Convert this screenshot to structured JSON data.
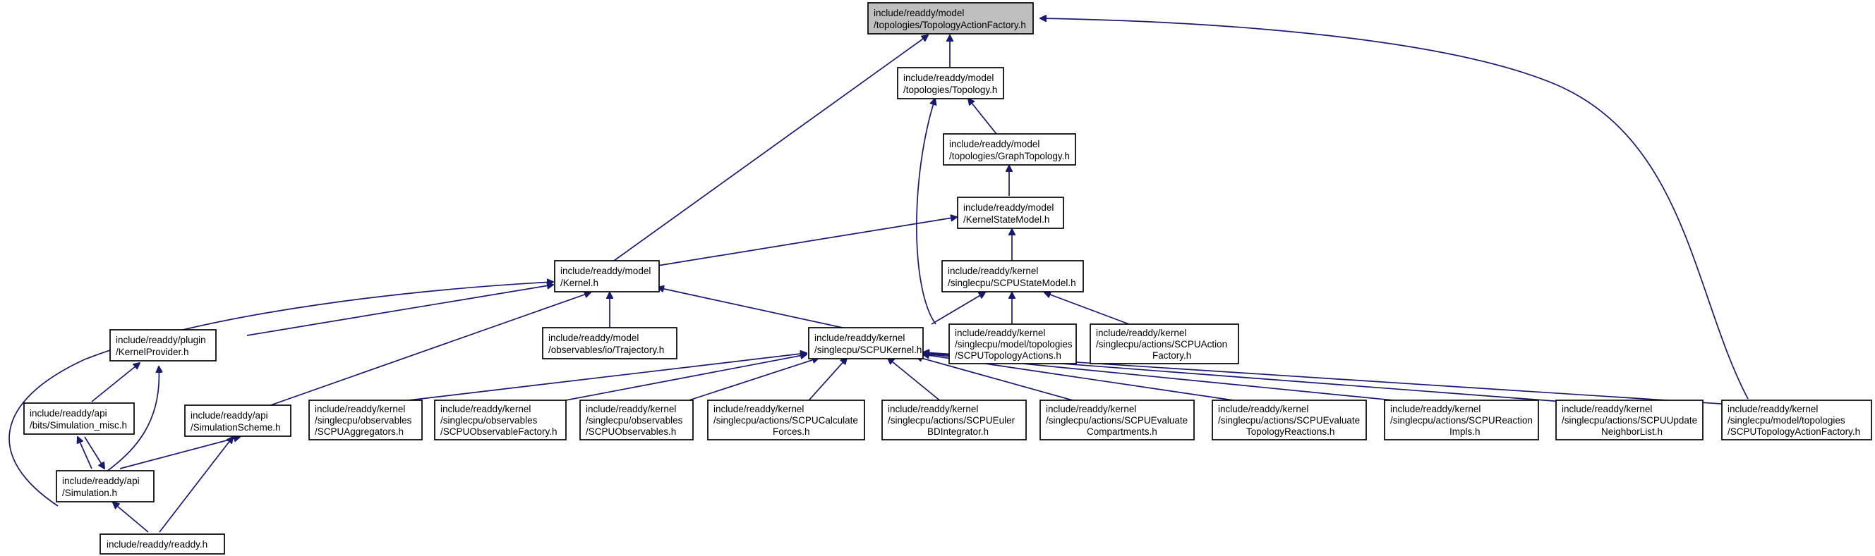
{
  "graph": {
    "nodes": [
      {
        "id": "root",
        "lines": [
          "include/readdy/model",
          "/topologies/TopologyActionFactory.h"
        ],
        "highlight": true
      },
      {
        "id": "topology",
        "lines": [
          "include/readdy/model",
          "/topologies/Topology.h"
        ]
      },
      {
        "id": "graphtopology",
        "lines": [
          "include/readdy/model",
          "/topologies/GraphTopology.h"
        ]
      },
      {
        "id": "kernelstatemodel",
        "lines": [
          "include/readdy/model",
          "/KernelStateModel.h"
        ]
      },
      {
        "id": "scpustatemodel",
        "lines": [
          "include/readdy/kernel",
          "/singlecpu/SCPUStateModel.h"
        ]
      },
      {
        "id": "kernel",
        "lines": [
          "include/readdy/model",
          "/Kernel.h"
        ]
      },
      {
        "id": "trajectory",
        "lines": [
          "include/readdy/model",
          "/observables/io/Trajectory.h"
        ]
      },
      {
        "id": "scputopologyactions",
        "lines": [
          "include/readdy/kernel",
          "/singlecpu/model/topologies",
          "/SCPUTopologyActions.h"
        ]
      },
      {
        "id": "scpuactionfactory",
        "lines": [
          "include/readdy/kernel",
          "/singlecpu/actions/SCPUAction",
          "Factory.h"
        ]
      },
      {
        "id": "kernelprovider",
        "lines": [
          "include/readdy/plugin",
          "/KernelProvider.h"
        ]
      },
      {
        "id": "scpukernel",
        "lines": [
          "include/readdy/kernel",
          "/singlecpu/SCPUKernel.h"
        ]
      },
      {
        "id": "simmisc",
        "lines": [
          "include/readdy/api",
          "/bits/Simulation_misc.h"
        ]
      },
      {
        "id": "simscheme",
        "lines": [
          "include/readdy/api",
          "/SimulationScheme.h"
        ]
      },
      {
        "id": "simulation",
        "lines": [
          "include/readdy/api",
          "/Simulation.h"
        ]
      },
      {
        "id": "readdy",
        "lines": [
          "include/readdy/readdy.h"
        ]
      },
      {
        "id": "aggregators",
        "lines": [
          "include/readdy/kernel",
          "/singlecpu/observables",
          "/SCPUAggregators.h"
        ]
      },
      {
        "id": "obsfactory",
        "lines": [
          "include/readdy/kernel",
          "/singlecpu/observables",
          "/SCPUObservableFactory.h"
        ]
      },
      {
        "id": "observables",
        "lines": [
          "include/readdy/kernel",
          "/singlecpu/observables",
          "/SCPUObservables.h"
        ]
      },
      {
        "id": "calcforces",
        "lines": [
          "include/readdy/kernel",
          "/singlecpu/actions/SCPUCalculate",
          "Forces.h"
        ]
      },
      {
        "id": "euler",
        "lines": [
          "include/readdy/kernel",
          "/singlecpu/actions/SCPUEuler",
          "BDIntegrator.h"
        ]
      },
      {
        "id": "compartments",
        "lines": [
          "include/readdy/kernel",
          "/singlecpu/actions/SCPUEvaluate",
          "Compartments.h"
        ]
      },
      {
        "id": "topreactions",
        "lines": [
          "include/readdy/kernel",
          "/singlecpu/actions/SCPUEvaluate",
          "TopologyReactions.h"
        ]
      },
      {
        "id": "reactionimpls",
        "lines": [
          "include/readdy/kernel",
          "/singlecpu/actions/SCPUReaction",
          "Impls.h"
        ]
      },
      {
        "id": "neighborlist",
        "lines": [
          "include/readdy/kernel",
          "/singlecpu/actions/SCPUUpdate",
          "NeighborList.h"
        ]
      },
      {
        "id": "scputopactionfactory",
        "lines": [
          "include/readdy/kernel",
          "/singlecpu/model/topologies",
          "/SCPUTopologyActionFactory.h"
        ]
      }
    ]
  },
  "colors": {
    "edge": "#191970",
    "root_fill": "#bfbfbf",
    "node_fill": "#ffffff",
    "border": "#000000"
  }
}
